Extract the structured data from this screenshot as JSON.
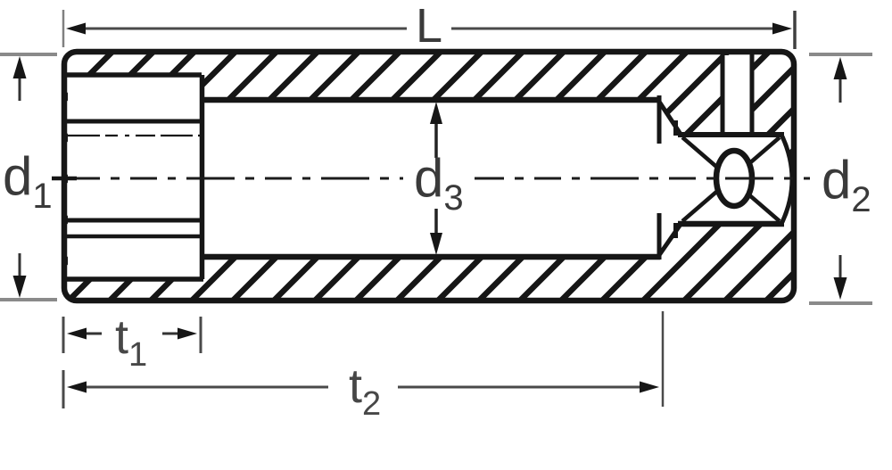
{
  "labels": {
    "L": {
      "base": "L",
      "sub": ""
    },
    "d1": {
      "base": "d",
      "sub": "1"
    },
    "d2": {
      "base": "d",
      "sub": "2"
    },
    "d3": {
      "base": "d",
      "sub": "3"
    },
    "t1": {
      "base": "t",
      "sub": "1"
    },
    "t2": {
      "base": "t",
      "sub": "2"
    }
  },
  "colors": {
    "background": "#ffffff",
    "ink": "#161616",
    "dimension_line": "#4a4a4a",
    "extension_line": "#8a8a8a",
    "label_text": "#3a3a3a"
  }
}
